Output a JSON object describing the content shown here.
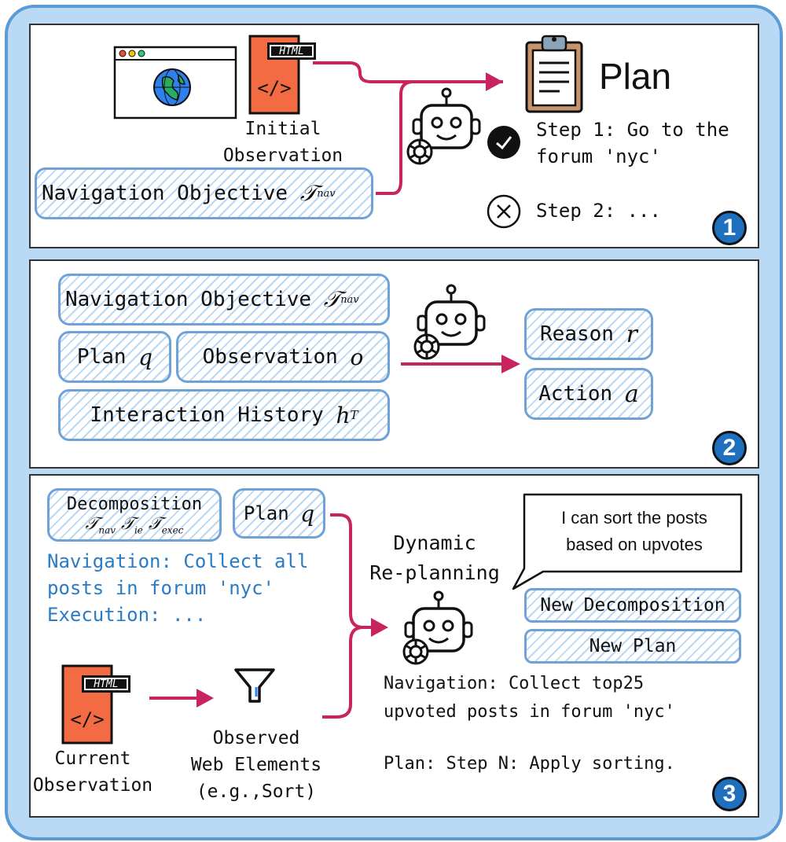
{
  "panel1": {
    "html_tag": "HTML",
    "html_code": "</>",
    "initial_observation_line1": "Initial",
    "initial_observation_line2": "Observation",
    "nav_objective": "Navigation Objective",
    "nav_symbol": "𝒯",
    "nav_sub": "nav",
    "plan_title": "Plan",
    "step1_line1": "Step 1: Go to the",
    "step1_line2": "forum 'nyc'",
    "step2": "Step 2: ...",
    "number": "1"
  },
  "panel2": {
    "nav_objective": "Navigation Objective",
    "nav_symbol": "𝒯",
    "nav_sub": "nav",
    "plan": "Plan",
    "plan_symbol": "q",
    "observation": "Observation",
    "observation_symbol": "o",
    "history": "Interaction History",
    "history_symbol": "h",
    "history_sub": "T",
    "reason": "Reason",
    "reason_symbol": "r",
    "action": "Action",
    "action_symbol": "a",
    "number": "2"
  },
  "panel3": {
    "decomposition": "Decomposition",
    "decomp_symbols": [
      {
        "sym": "𝒯",
        "sub": "nav"
      },
      {
        "sym": "𝒯",
        "sub": "ie"
      },
      {
        "sym": "𝒯",
        "sub": "exec"
      }
    ],
    "plan": "Plan",
    "plan_symbol": "q",
    "blue_line1": "Navigation: Collect all",
    "blue_line2": "posts in forum 'nyc'",
    "blue_line3": "Execution: ...",
    "dynamic_line1": "Dynamic",
    "dynamic_line2": "Re-planning",
    "speech_line1": "I can sort the posts",
    "speech_line2": "based on upvotes",
    "new_decomposition": "New Decomposition",
    "new_plan": "New Plan",
    "html_tag": "HTML",
    "html_code": "</>",
    "current_line1": "Current",
    "current_line2": "Observation",
    "observed_line1": "Observed",
    "observed_line2": "Web Elements",
    "observed_line3": "(e.g.,Sort)",
    "result_line1": "Navigation: Collect top25",
    "result_line2": "upvoted posts in forum 'nyc'",
    "result_line3": "Plan: Step N: Apply sorting.",
    "number": "3"
  },
  "colors": {
    "frame_bg": "#b9d9f4",
    "frame_border": "#5b9bd5",
    "box_border": "#6fa3d8",
    "arrow": "#c8245f",
    "html_doc": "#f26b42",
    "blue_text": "#2a7bc6",
    "badge": "#1f6fbf"
  },
  "icons": [
    "browser-window-icon",
    "globe-icon",
    "html-document-icon",
    "clipboard-icon",
    "robot-icon",
    "openai-logo-icon",
    "check-circle-icon",
    "cross-circle-icon",
    "filter-funnel-icon",
    "speech-bubble"
  ]
}
